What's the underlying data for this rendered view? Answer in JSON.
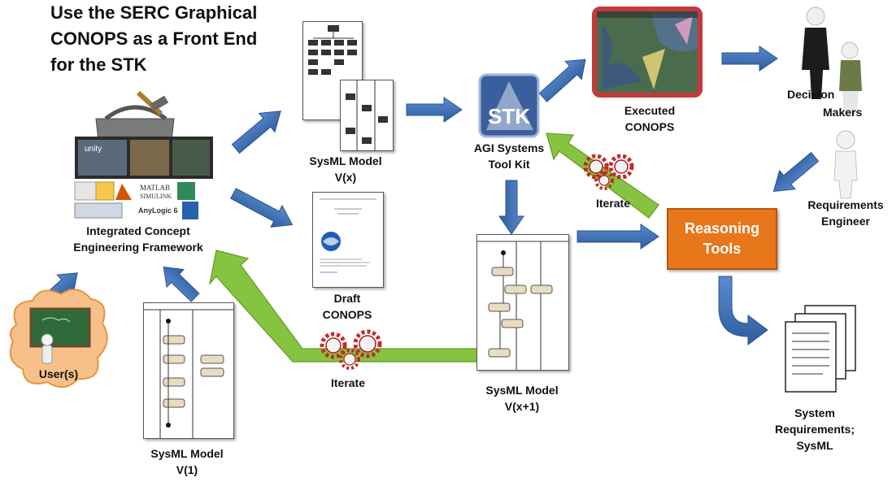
{
  "title": [
    "Use the SERC Graphical",
    "CONOPS as a Front End",
    "for the STK"
  ],
  "nodes": {
    "icef": [
      "Integrated Concept",
      "Engineering Framework"
    ],
    "sysml_vx": [
      "SysML Model",
      "V(x)"
    ],
    "sysml_vx1": [
      "SysML Model",
      "V(x+1)"
    ],
    "sysml_v1": [
      "SysML Model",
      "V(1)"
    ],
    "draft_conops": [
      "Draft",
      "CONOPS"
    ],
    "agi_stk": [
      "AGI Systems",
      "Tool Kit"
    ],
    "executed_conops": [
      "Executed",
      "CONOPS"
    ],
    "decision": "Decision",
    "makers": "Makers",
    "requirements_engineer": [
      "Requirements",
      "Engineer"
    ],
    "reasoning_tools": [
      "Reasoning",
      "Tools"
    ],
    "system_requirements": [
      "System",
      "Requirements;",
      "SysML"
    ],
    "users": "User(s)",
    "iterate_bottom": "Iterate",
    "iterate_top": "Iterate",
    "stk_logo_text": "STK",
    "tool_logos": [
      "unity",
      "MATLAB",
      "SIMULINK",
      "AnyLogic 6"
    ]
  },
  "colors": {
    "arrow_blue": "#3d6fb4",
    "arrow_green": "#86c440",
    "reasoning_orange": "#e8761b",
    "gear_red": "#c62828"
  }
}
